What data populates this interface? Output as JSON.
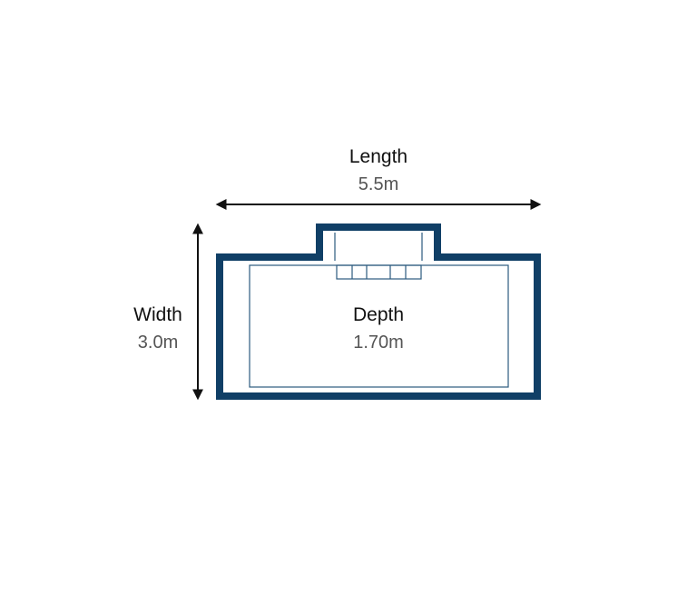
{
  "labels": {
    "length_title": "Length",
    "length_value": "5.5m",
    "width_title": "Width",
    "width_value": "3.0m",
    "depth_title": "Depth",
    "depth_value": "1.70m"
  },
  "colors": {
    "pool_outline": "#103f66",
    "inner_line": "#2c5a7e",
    "arrow": "#111111"
  }
}
